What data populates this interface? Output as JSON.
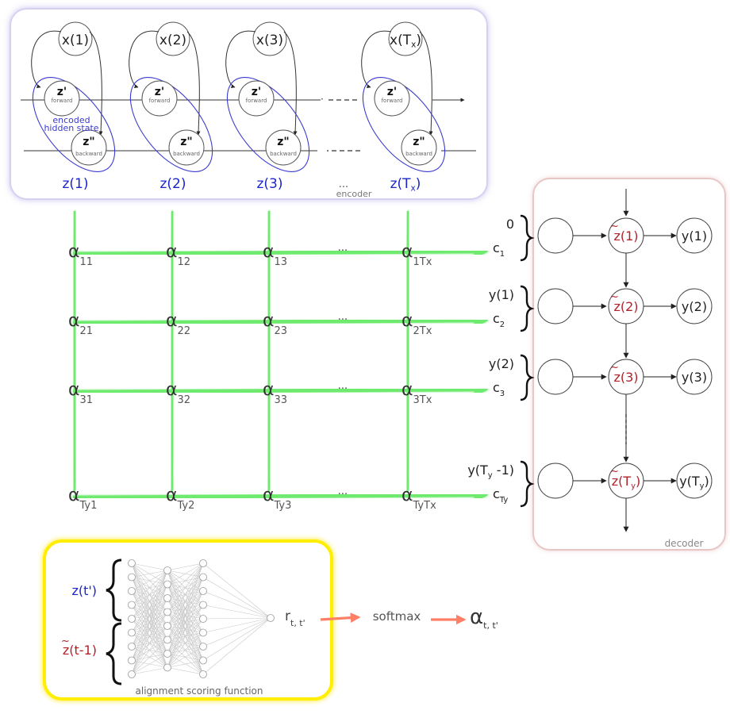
{
  "colors": {
    "encoder_blue": "#1a24c9",
    "decoder_red": "#b0222a",
    "attention_green": "#6eea6e",
    "softmax_arrow": "#ff7f66",
    "align_border": "#ffee00",
    "ellipse_blue": "#3a3ad0"
  },
  "encoder": {
    "inputs": [
      {
        "base": "x(1)",
        "sub": ""
      },
      {
        "base": "x(2)",
        "sub": ""
      },
      {
        "base": "x(3)",
        "sub": ""
      },
      {
        "base": "x(T",
        "sub": "x",
        "close": ")"
      }
    ],
    "forward_label": "z'",
    "forward_small": "forward",
    "backward_label": "z\"",
    "backward_small": "backward",
    "hidden_state_line1": "encoded",
    "hidden_state_line2": "hidden state",
    "outputs": [
      {
        "base": "z(1)",
        "sub": ""
      },
      {
        "base": "z(2)",
        "sub": ""
      },
      {
        "base": "z(3)",
        "sub": ""
      },
      {
        "base": "z(T",
        "sub": "x",
        "close": ")"
      }
    ],
    "ellipsis": "...",
    "caption": "encoder"
  },
  "attention": {
    "symbol": "α",
    "ellipsis": "...",
    "rows": [
      [
        "11",
        "12",
        "13",
        "1Tx"
      ],
      [
        "21",
        "22",
        "23",
        "2Tx"
      ],
      [
        "31",
        "32",
        "33",
        "3Tx"
      ],
      [
        "Ty1",
        "Ty2",
        "Ty3",
        "TyTx"
      ]
    ],
    "context": [
      {
        "top": "0",
        "c": "c",
        "c_sub": "1"
      },
      {
        "top": "y(1)",
        "c": "c",
        "c_sub": "2"
      },
      {
        "top": "y(2)",
        "c": "c",
        "c_sub": "3"
      },
      {
        "top": "y(T",
        "top_sub": "y",
        "top_close": " -1)",
        "c": "c",
        "c_sub": "Ty"
      }
    ]
  },
  "decoder": {
    "z_tilde_labels": [
      {
        "base": "z(1)",
        "sub": ""
      },
      {
        "base": "z(2)",
        "sub": ""
      },
      {
        "base": "z(3)",
        "sub": ""
      },
      {
        "base": "z(T",
        "sub": "y",
        "close": ")"
      }
    ],
    "tilde": "~",
    "y_labels": [
      {
        "base": "y(1)",
        "sub": ""
      },
      {
        "base": "y(2)",
        "sub": ""
      },
      {
        "base": "y(3)",
        "sub": ""
      },
      {
        "base": "y(T",
        "sub": "y",
        "close": ")"
      }
    ],
    "caption": "decoder"
  },
  "alignment": {
    "input_top": "z(t')",
    "input_bottom": "z(t-1)",
    "output": "r",
    "output_sub": "t, t'",
    "softmax": "softmax",
    "result_symbol": "α",
    "result_sub": "t, t'",
    "caption": "alignment scoring function"
  }
}
